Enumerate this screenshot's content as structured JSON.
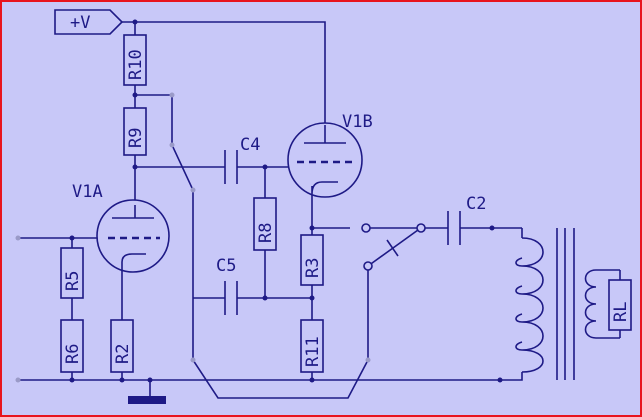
{
  "schematic": {
    "supply": "+V",
    "tubes": [
      "V1A",
      "V1B"
    ],
    "resistors": {
      "r10": "R10",
      "r9": "R9",
      "r8": "R8",
      "r5": "R5",
      "r6": "R6",
      "r2": "R2",
      "r3": "R3",
      "r11": "R11",
      "rl": "RL"
    },
    "capacitors": {
      "c4": "C4",
      "c5": "C5",
      "c2": "C2"
    },
    "colors": {
      "background": "#c8c8f8",
      "ink": "#1e1a86",
      "border": "#e8141e"
    }
  }
}
